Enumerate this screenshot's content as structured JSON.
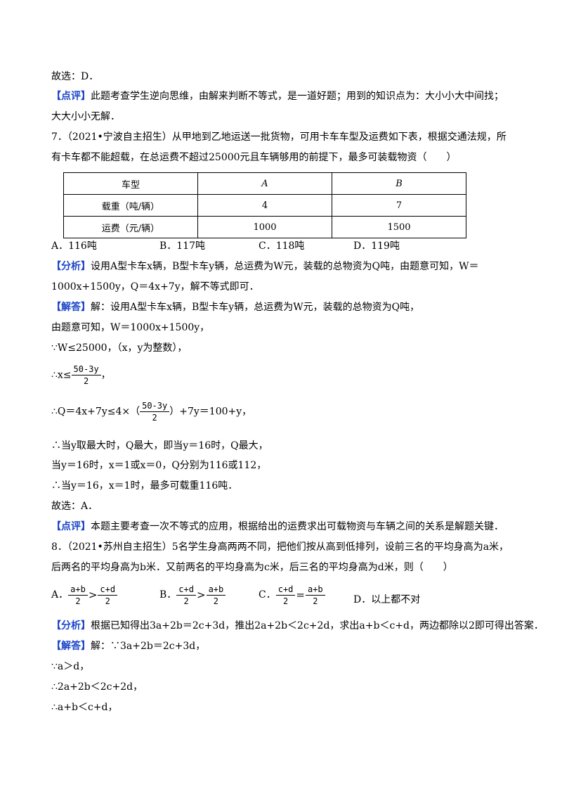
{
  "prev_answer": "故选：D．",
  "prev_comment": {
    "tag": "【点评】",
    "line1": "此题考查学生逆向思维，由解来判断不等式，是一道好题；用到的知识点为：大小小大中间找；",
    "line2": "大大小小无解．"
  },
  "q7": {
    "stem1": "7．（2021•宁波自主招生）从甲地到乙地运送一批货物，可用卡车车型及运费如下表，根据交通法规，所",
    "stem2": "有卡车都不能超载，在总运费不超过25000元且车辆够用的前提下，最多可装载物资（　　）",
    "table": {
      "header": [
        "车型",
        "A",
        "B"
      ],
      "rows": [
        [
          "载重（吨/辆）",
          "4",
          "7"
        ],
        [
          "运费（元/辆）",
          "1000",
          "1500"
        ]
      ]
    },
    "options": [
      "A．116吨",
      "B．117吨",
      "C．118吨",
      "D．119吨"
    ],
    "analysis_tag": "【分析】",
    "analysis1": "设用A型卡车x辆，B型卡车y辆，总运费为W元，装载的总物资为Q吨，由题意可知，W＝",
    "analysis2": "1000x+1500y，Q＝4x+7y，解不等式即可．",
    "solution_tag": "【解答】",
    "sol1": "解：设用A型卡车x辆，B型卡车y辆，总运费为W元，装载的总物资为Q吨，",
    "sol2": "由题意可知，W＝1000x+1500y，",
    "sol3": "∵W≤25000，（x，y为整数），",
    "sol4_pre": "∴x≤",
    "sol4_post": "，",
    "frac_num": "50-3y",
    "frac_den": "2",
    "sol5_pre": "∴Q＝4x+7y≤4×（",
    "sol5_post": "）+7y＝100+y，",
    "sol6": "∴当y取最大时，Q最大，即当y＝16时，Q最大，",
    "sol7": "当y＝16时，x＝1或x＝0，Q分别为116或112，",
    "sol8": "∴当y＝16，x＝1时，最多可载重116吨．",
    "answer": "故选：A．",
    "comment_tag": "【点评】",
    "comment": "本题主要考查一次不等式的应用，根据给出的运费求出可载物资与车辆之间的关系是解题关键．"
  },
  "q8": {
    "stem1": "8．（2021•苏州自主招生）5名学生身高两两不同，把他们按从高到低排列，设前三名的平均身高为a米，",
    "stem2": "后两名的平均身高为b米．又前两名的平均身高为c米，后三名的平均身高为d米，则（　　）",
    "optA_label": "A．",
    "optB_label": "B．",
    "optC_label": "C．",
    "optD": "D．以上都不对",
    "f_ab": "a+b",
    "f_cd": "c+d",
    "f_den": "2",
    "gt": ">",
    "eq": "=",
    "analysis_tag": "【分析】",
    "analysis": "根据已知得出3a+2b＝2c+3d，推出2a+2b＜2c+2d，求出a+b＜c+d，两边都除以2即可得出答案．",
    "solution_tag": "【解答】",
    "sol1": "解：∵3a+2b＝2c+3d，",
    "sol2": "∵a＞d，",
    "sol3": "∴2a+2b＜2c+2d，",
    "sol4": "∴a+b＜c+d，"
  }
}
